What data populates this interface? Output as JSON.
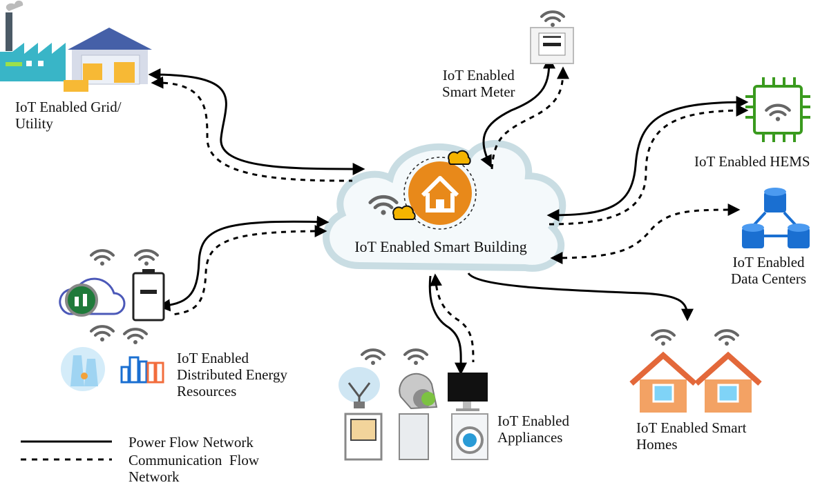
{
  "nodes": {
    "hub": {
      "label": "IoT Enabled Smart Building",
      "color": "#e8891a"
    },
    "grid": {
      "line1": "IoT Enabled Grid/",
      "line2": "Utility"
    },
    "meter": {
      "line1": "IoT Enabled",
      "line2": "Smart Meter"
    },
    "hems": {
      "label": "IoT Enabled HEMS",
      "color": "#3a9a1e"
    },
    "datacenters": {
      "line1": "IoT Enabled",
      "line2": "Data Centers",
      "color": "#1a6fd1"
    },
    "der": {
      "line1": "IoT Enabled",
      "line2": "Distributed Energy",
      "line3": "Resources"
    },
    "appliances": {
      "line1": "IoT Enabled",
      "line2": "Appliances"
    },
    "homes": {
      "line1": "IoT Enabled Smart",
      "line2": "Homes",
      "color": "#f08a4b"
    }
  },
  "legend": {
    "power": "Power Flow Network",
    "comm_line1": "Communication  Flow",
    "comm_line2": "Network"
  }
}
